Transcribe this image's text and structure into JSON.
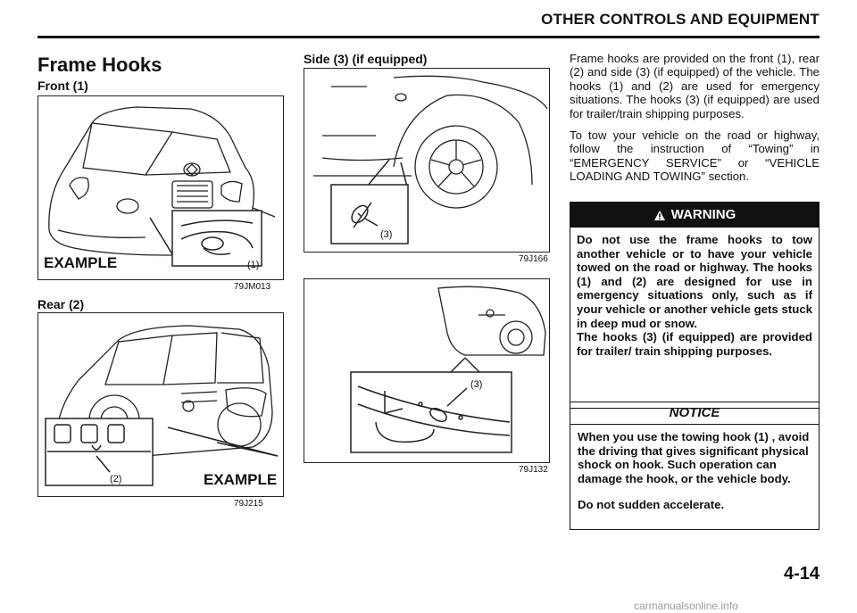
{
  "header": {
    "section_title": "OTHER CONTROLS AND EQUIPMENT"
  },
  "section": {
    "title": "Frame Hooks"
  },
  "figures": {
    "front": {
      "label": "Front (1)",
      "example": "EXAMPLE",
      "callout": "(1)",
      "code": "79JM013"
    },
    "rear": {
      "label": "Rear (2)",
      "example": "EXAMPLE",
      "callout": "(2)",
      "code": "79J215"
    },
    "side": {
      "label": "Side (3) (if equipped)",
      "callout": "(3)",
      "code": "79J166"
    },
    "side2": {
      "callout": "(3)",
      "code": "79J132"
    }
  },
  "body_text": {
    "p1": "Frame hooks are provided on the front (1), rear (2) and side (3) (if equipped) of the vehicle. The hooks (1) and (2) are used for emergency situations. The hooks (3) (if equipped) are used for trailer/train shipping purposes.",
    "p2": "To tow your vehicle on the road or highway, follow the instruction of “Towing” in “EMERGENCY SERVICE” or “VEHICLE LOADING AND TOWING” section."
  },
  "warning": {
    "title": "WARNING",
    "icon": "warning-triangle-icon",
    "p1": "Do not use the frame hooks to tow another vehicle or to have your vehicle towed on the road or highway. The hooks (1) and (2) are designed for use in emergency situations only, such as if your vehicle or another vehicle gets stuck in deep mud or snow.",
    "p2": "The hooks (3) (if equipped) are provided for trailer/ train shipping purposes."
  },
  "notice": {
    "title": "NOTICE",
    "p1": "When you use the towing hook (1) , avoid the driving that gives significant physical shock on hook. Such operation can damage the hook, or the vehicle body.",
    "p2": "Do not sudden accelerate."
  },
  "page_number": "4-14",
  "watermark": "carmanualsonline.info"
}
